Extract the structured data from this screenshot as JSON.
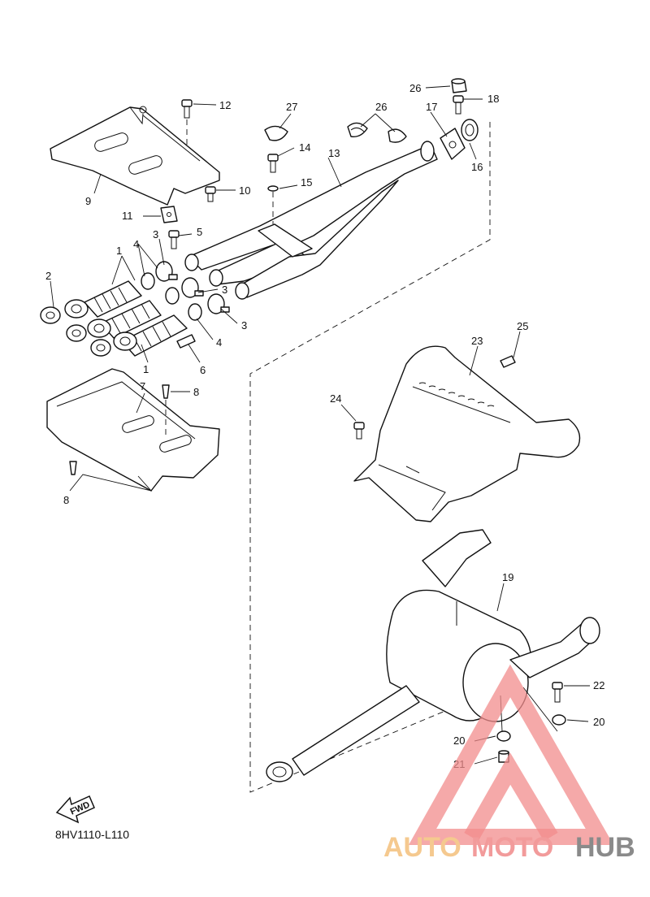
{
  "diagram": {
    "code": "8HV1110-L110",
    "direction_label": "FWD",
    "callouts": {
      "p1a": "1",
      "p1b": "1",
      "p2": "2",
      "p3a": "3",
      "p3b": "3",
      "p3c": "3",
      "p4a": "4",
      "p4b": "4",
      "p5": "5",
      "p6": "6",
      "p7": "7",
      "p8a": "8",
      "p8b": "8",
      "p9": "9",
      "p10": "10",
      "p11": "11",
      "p12": "12",
      "p13": "13",
      "p14": "14",
      "p15": "15",
      "p16": "16",
      "p17": "17",
      "p18": "18",
      "p19": "19",
      "p20a": "20",
      "p20b": "20",
      "p21": "21",
      "p22": "22",
      "p23": "23",
      "p24": "24",
      "p25": "25",
      "p26a": "26",
      "p26b": "26",
      "p27": "27"
    }
  },
  "watermark": {
    "part1": "AUTO",
    "part2": "MOTO",
    "part3": "HUB"
  }
}
